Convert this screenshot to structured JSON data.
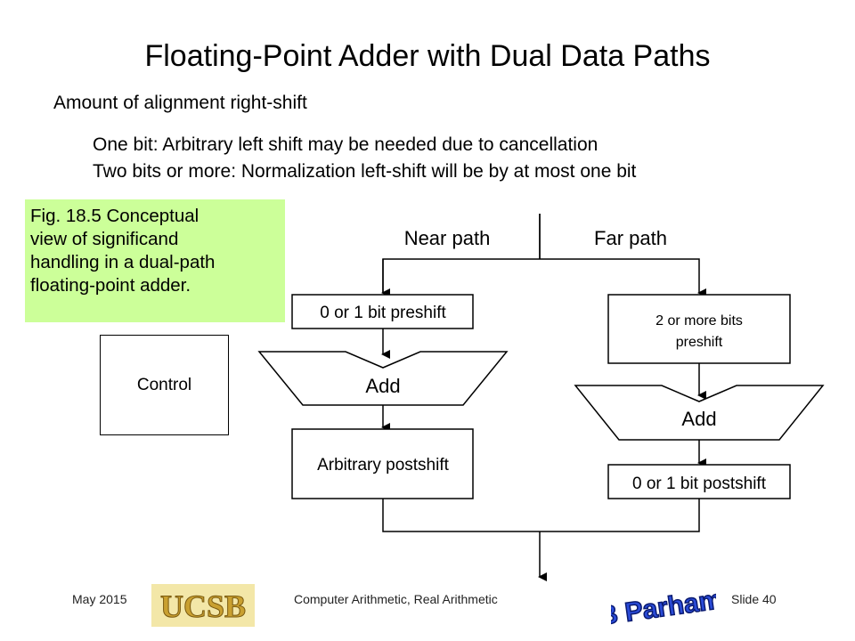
{
  "slide": {
    "title": "Floating-Point Adder with Dual Data Paths",
    "heading": "Amount of alignment right-shift",
    "bullets": [
      "One bit: Arbitrary left shift may be needed due to cancellation",
      "Two bits or more: Normalization left-shift will be by at most one bit"
    ],
    "caption_lines": [
      "Fig. 18.5   Conceptual",
      "view of significand",
      "handling in a dual-path",
      "floating-point adder."
    ]
  },
  "diagram": {
    "near_path_label": "Near path",
    "far_path_label": "Far path",
    "control_label": "Control",
    "near_preshift_label": "0 or 1 bit preshift",
    "near_add_label": "Add",
    "near_postshift_label": "Arbitrary postshift",
    "far_preshift_lines": [
      "2 or more bits",
      "preshift"
    ],
    "far_add_label": "Add",
    "far_postshift_label": "0 or 1 bit postshift"
  },
  "footer": {
    "date": "May 2015",
    "course": "Computer Arithmetic, Real Arithmetic",
    "slide_number": "Slide 40",
    "ucsb_logo_text": "UCSB",
    "parhami_logo_text": "B Parhami"
  }
}
